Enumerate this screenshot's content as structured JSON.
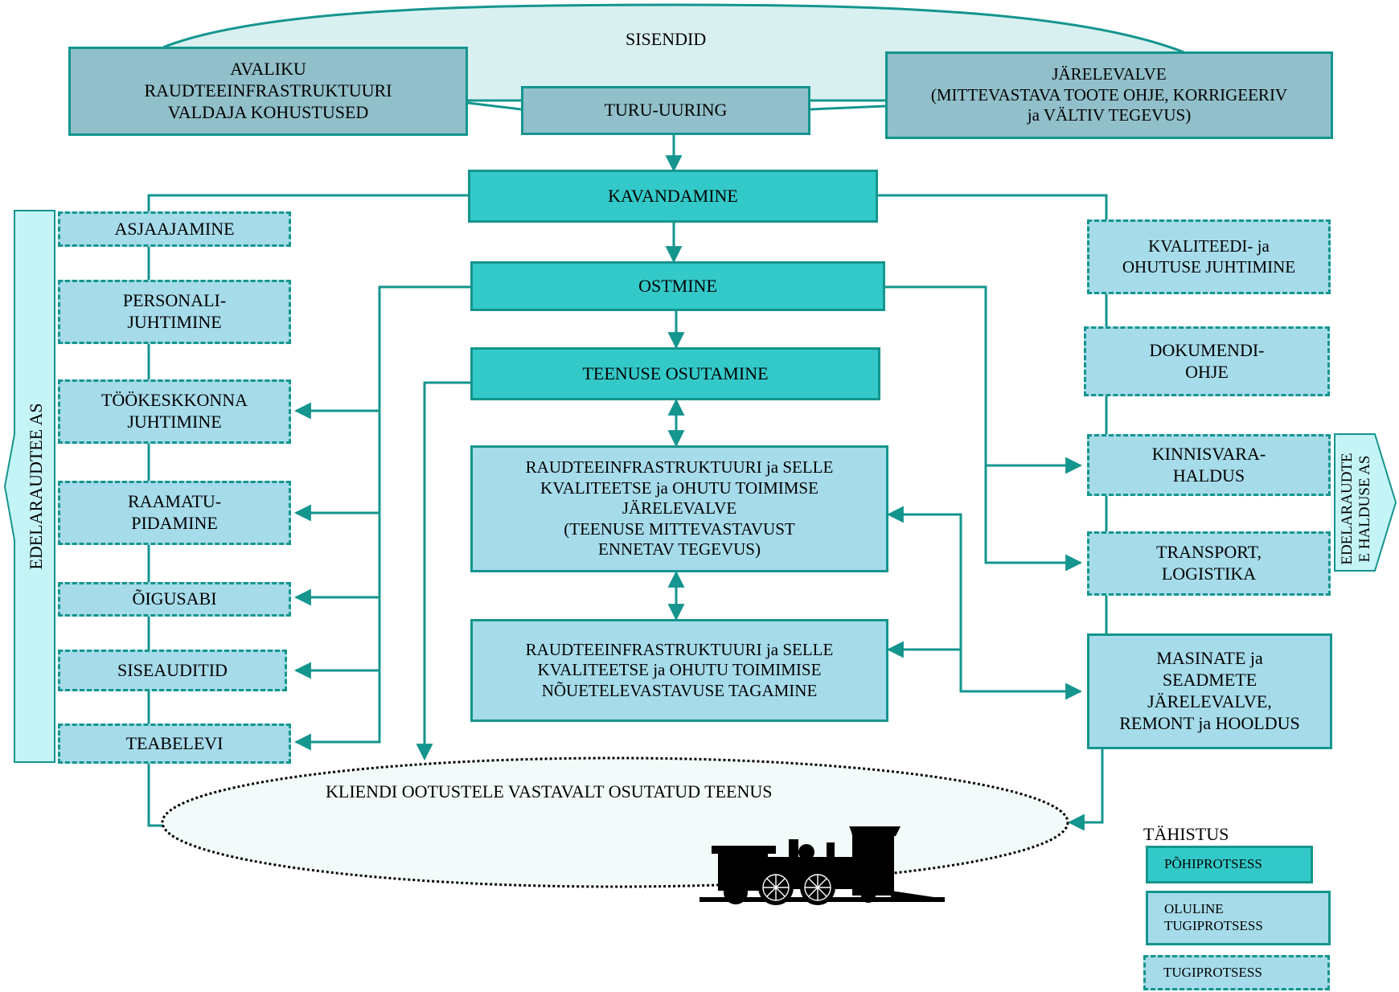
{
  "inputs_label": "SISENDID",
  "top": {
    "obligations": "AVALIKU\nRAUDTEEINFRASTRUKTUURI\nVALDAJA KOHUSTUSED",
    "market_research": "TURU-UURING",
    "follow_up": "JÄRELEVALVE\n(MITTEVASTAVA TOOTE OHJE, KORRIGEERIV\nja VÄLTIV TEGEVUS)"
  },
  "core": {
    "planning": "KAVANDAMINE",
    "purchasing": "OSTMINE",
    "service": "TEENUSE OSUTAMINE"
  },
  "center": {
    "supervision": "RAUDTEEINFRASTRUKTUURI  ja SELLE\nKVALITEETSE ja OHUTU TOIMIMSE\nJÄRELEVALVE\n(TEENUSE MITTEVASTAVUST\nENNETAV  TEGEVUS)",
    "compliance": "RAUDTEEINFRASTRUKTUURI ja SELLE\nKVALITEETSE ja OHUTU TOIMIMISE\nNÕUETELEVASTAVUSE TAGAMINE"
  },
  "left_items": [
    "ASJAAJAMINE",
    "PERSONALI-\nJUHTIMINE",
    "TÖÖKESKKONNA\nJUHTIMINE",
    "RAAMATU-\nPIDAMINE",
    "ÕIGUSABI",
    "SISEAUDITID",
    "TEABELEVI"
  ],
  "right_items": [
    "KVALITEEDI- ja\nOHUTUSE JUHTIMINE",
    "DOKUMENDI-\nOHJE",
    "KINNISVARA-\nHALDUS",
    "TRANSPORT,\nLOGISTIKA",
    "MASINATE ja\nSEADMETE\nJÄRELEVALVE,\nREMONT ja HOOLDUS"
  ],
  "left_org": "EDELARAUDTEE AS",
  "right_org": "EDELARAUDTE\nE HALDUSE AS",
  "output": "KLIENDI OOTUSTELE VASTAVALT OSUTATUD TEENUS",
  "legend": {
    "title": "TÄHISTUS",
    "main": "PÕHIPROTSESS",
    "important": "OLULINE\nTUGIPROTSESS",
    "support": "TUGIPROTSESS"
  },
  "colors": {
    "line": "#14958e",
    "core_fill": "#33c9c9",
    "top_fill": "#91bfca",
    "support_fill": "#a6dbea",
    "cloud_fill": "#d9f0f0",
    "arrow_fill": "#c5f4f6"
  }
}
